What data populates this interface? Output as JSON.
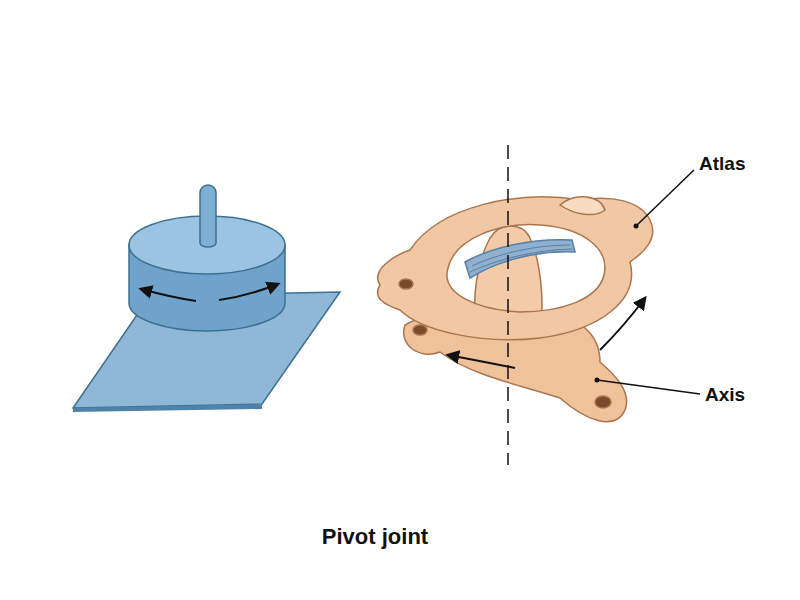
{
  "diagram": {
    "caption": "Pivot joint",
    "labels": [
      "Atlas",
      "Axis"
    ]
  }
}
